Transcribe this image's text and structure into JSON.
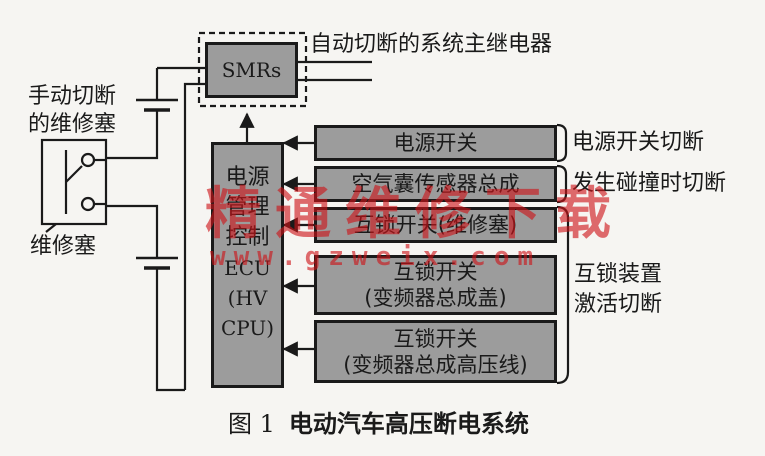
{
  "diagram": {
    "smrs": "SMRs",
    "smrs_label": "自动切断的系统主继电器",
    "manual_label_line1": "手动切断",
    "manual_label_line2": "的维修塞",
    "service_plug_label": "维修塞",
    "ecu_lines": [
      "电源",
      "管理",
      "控制",
      "ECU",
      "(HV",
      "CPU)"
    ],
    "power_switch": "电源开关",
    "power_switch_label": "电源开关切断",
    "airbag_sensor": "空气囊传感器总成",
    "collision_label": "发生碰撞时切断",
    "interlock1_line1": "互锁开关(维修塞)",
    "interlock2_line1": "互锁开关",
    "interlock2_line2": "(变频器总成盖)",
    "interlock3_line1": "互锁开关",
    "interlock3_line2": "(变频器总成高压线)",
    "interlock_label_line1": "互锁装置",
    "interlock_label_line2": "激活切断"
  },
  "caption": {
    "figure": "图 1",
    "title": "电动汽车高压断电系统"
  },
  "watermark": {
    "text": "精通维修下载",
    "url": "www.gzweix.com"
  }
}
